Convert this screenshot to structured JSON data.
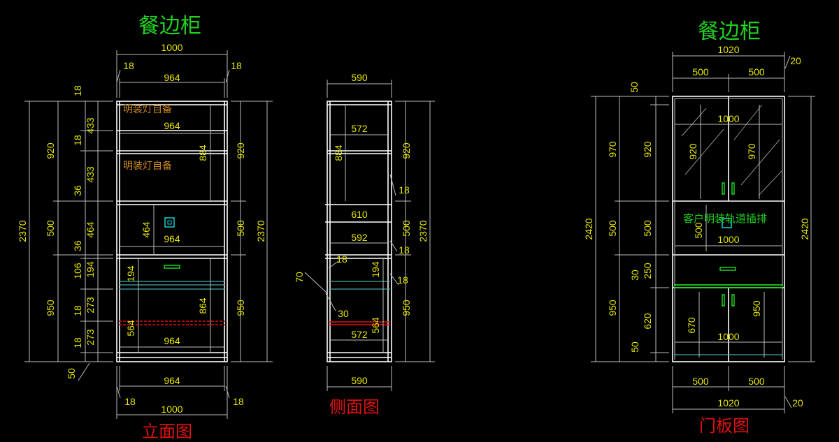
{
  "titles": {
    "left_top": "餐边柜",
    "right_top": "餐边柜",
    "front": "立面图",
    "side": "侧面图",
    "door": "门板图"
  },
  "notes": {
    "light1": "明装灯自备",
    "light2": "明装灯自备",
    "rail": "客户明装轨道插排"
  },
  "colors": {
    "background": "#000000",
    "title_green": "#1fd21f",
    "view_red": "#e01010",
    "dimension_yellow": "#e6e600",
    "note_orange": "#d08a1c",
    "lines_white": "#ffffff"
  },
  "front": {
    "top_dims": {
      "overall": "1000",
      "left_t": "18",
      "right_t": "18",
      "inner": "964"
    },
    "bottom_dims": {
      "inner": "964",
      "overall": "1000",
      "left_t": "18",
      "right_t": "18"
    },
    "left_chain": [
      "18",
      "433",
      "18",
      "433",
      "36",
      "464",
      "36",
      "106",
      "194",
      "18",
      "273",
      "18",
      "273",
      "50"
    ],
    "left_outer": [
      "920",
      "500",
      "950"
    ],
    "total": "2370",
    "right_outer": [
      "920",
      "500",
      "950"
    ],
    "right_total": "2370",
    "inner_widths": [
      "964",
      "964",
      "964"
    ],
    "inner_heights": [
      "884",
      "464",
      "194",
      "864",
      "564"
    ]
  },
  "side": {
    "top": "590",
    "bottom": "590",
    "shelf_widths": [
      "572",
      "610",
      "592",
      "572"
    ],
    "inner_heights": [
      "884",
      "194",
      "564"
    ],
    "right_chain": [
      "920",
      "18",
      "500",
      "18",
      "18",
      "950"
    ],
    "total": "2370",
    "callouts": [
      "70",
      "18",
      "30"
    ]
  },
  "door": {
    "top_overall": "1020",
    "top_halves": [
      "500",
      "500"
    ],
    "top_offset": "20",
    "bottom_halves": [
      "500",
      "500"
    ],
    "bottom_overall": "1020",
    "bottom_offset": "20",
    "left_outer": [
      "970",
      "500",
      "950"
    ],
    "left_inner": [
      "50",
      "920",
      "500",
      "30",
      "250",
      "620",
      "50"
    ],
    "total": "2420",
    "right_total": "2420",
    "inner_labels": [
      "1000",
      "920",
      "970",
      "500",
      "1000",
      "670",
      "950",
      "1000"
    ]
  }
}
